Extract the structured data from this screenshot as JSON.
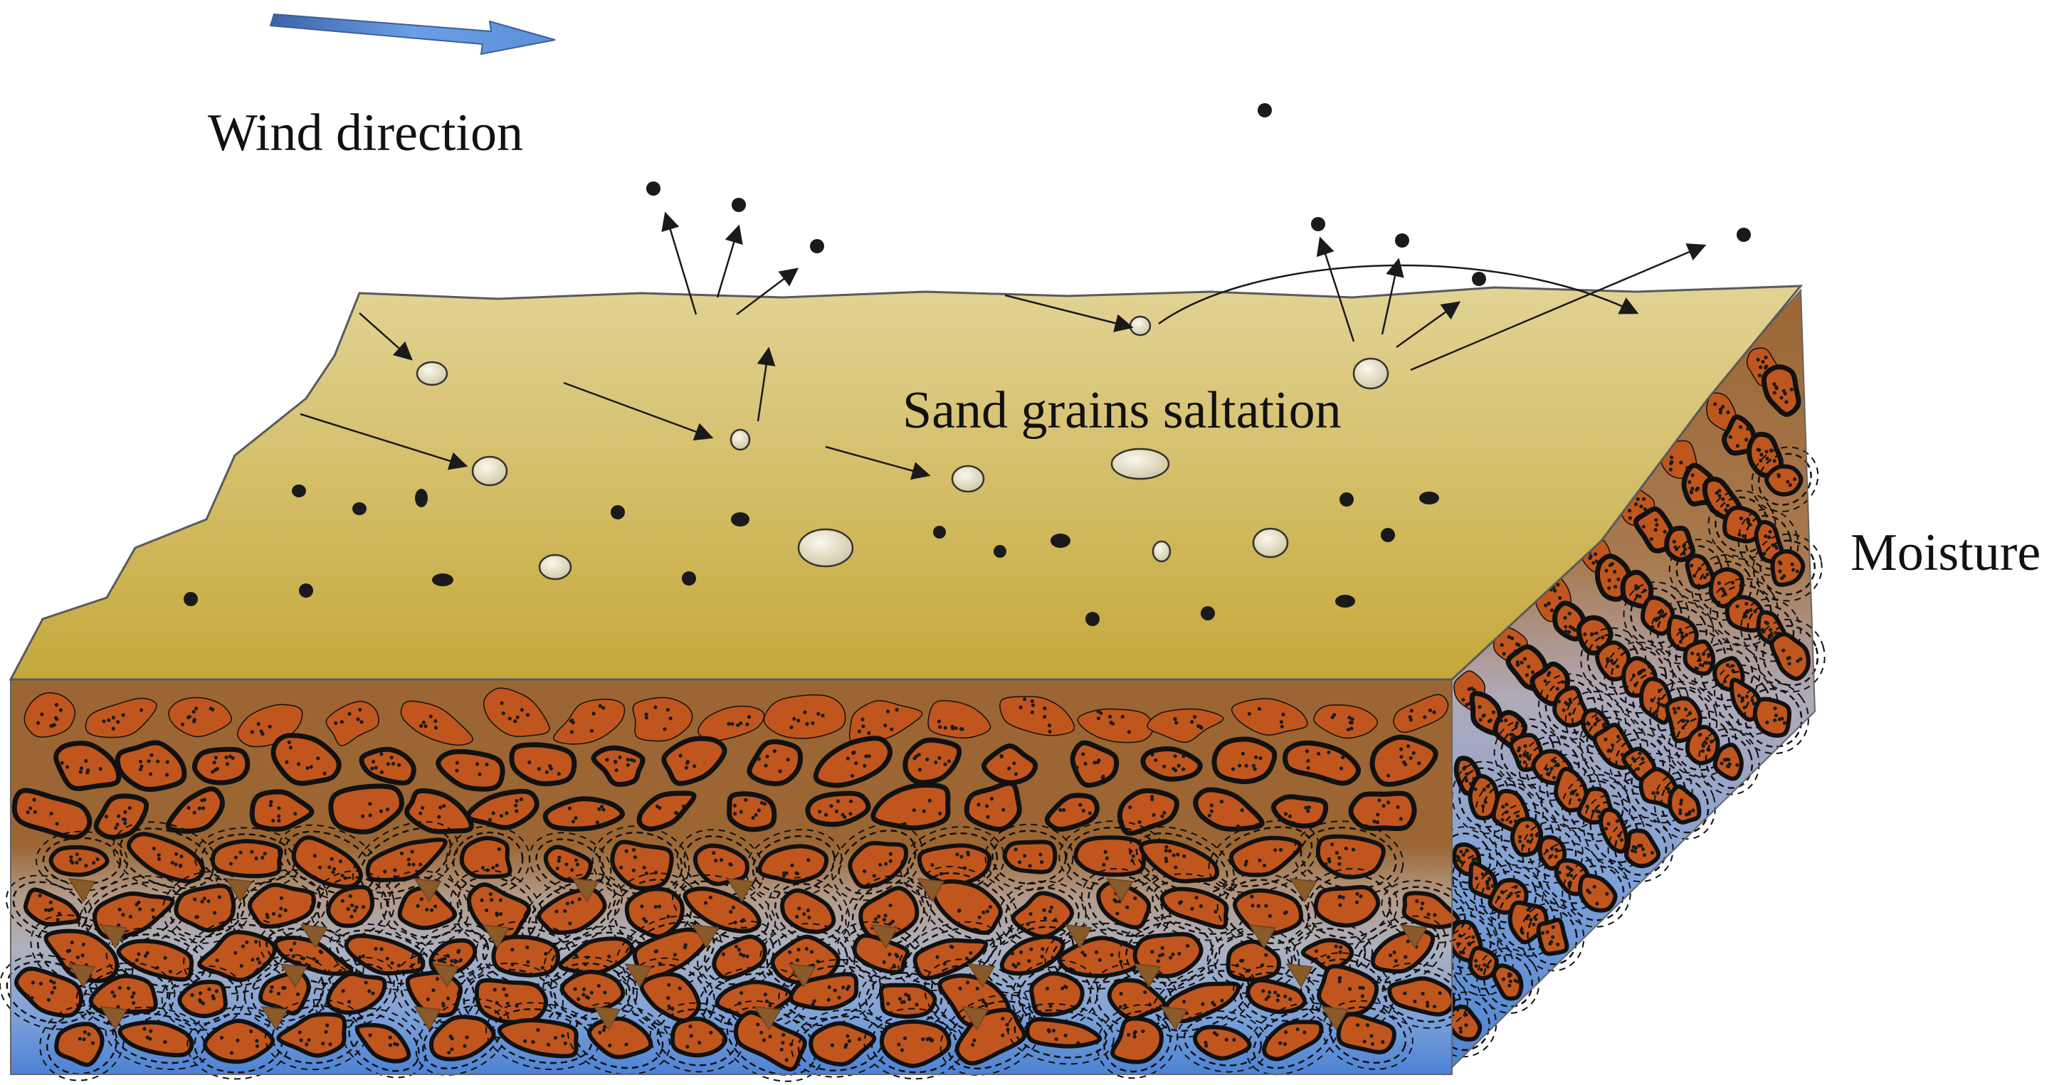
{
  "labels": {
    "wind_direction": "Wind direction",
    "saltation": "Sand grains saltation",
    "moisture": "Moisture"
  },
  "colors": {
    "sand_top_light": "#e2d395",
    "sand_top_dark": "#c5a83a",
    "soil_brown": "#9b6633",
    "aggregate_fill": "#c0561e",
    "moisture_gray": "#aeb1bf",
    "moisture_blue": "#5c8fd6",
    "wind_arrow": "#5b8fd8",
    "grain_fill": "#e9e2c6",
    "particle": "#1a1a1a"
  },
  "icons": {
    "wind": "wind-direction-arrow-icon",
    "particles": "particle-dot-icon",
    "grains": "sand-grain-icon"
  }
}
